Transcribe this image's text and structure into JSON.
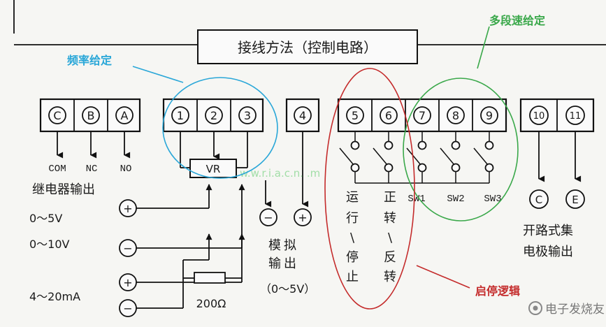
{
  "title": "接线方法（控制电路）",
  "annotations": {
    "frequency": "频率给定",
    "multispeed": "多段速给定",
    "startstop": "启停逻辑"
  },
  "terminals": {
    "relay": [
      "C",
      "B",
      "A"
    ],
    "freq": [
      "1",
      "2",
      "3"
    ],
    "analog": [
      "4"
    ],
    "logic": [
      "5",
      "6",
      "7",
      "8",
      "9"
    ],
    "oc": [
      "10",
      "11"
    ]
  },
  "labels": {
    "com": "COM",
    "nc": "NC",
    "no": "NO",
    "vr": "VR",
    "relay_output": "继电器输出",
    "range_5v": "0～5V",
    "range_10v": "0～10V",
    "range_ma": "4～20mA",
    "resistor": "200Ω",
    "analog_output": [
      "模",
      "拟",
      "输",
      "出"
    ],
    "analog_range": "（0～5V）",
    "run_stop": [
      "运",
      "行",
      "\\",
      "停",
      "止"
    ],
    "fwd_rev": [
      "正",
      "转",
      "\\",
      "反",
      "转"
    ],
    "sw1": "SW1",
    "sw2": "SW2",
    "sw3": "SW3",
    "c_out": "C",
    "e_out": "E",
    "oc_output": [
      "开路式集",
      "电极输出"
    ],
    "plus": "+",
    "minus": "−"
  },
  "watermark": "w.w.r.i.a.c.n.  .m",
  "logo": "电子发烧友",
  "colors": {
    "frequency": "#2aa7d8",
    "multispeed": "#3aa84a",
    "startstop": "#c42b2b",
    "ink": "#111111"
  }
}
